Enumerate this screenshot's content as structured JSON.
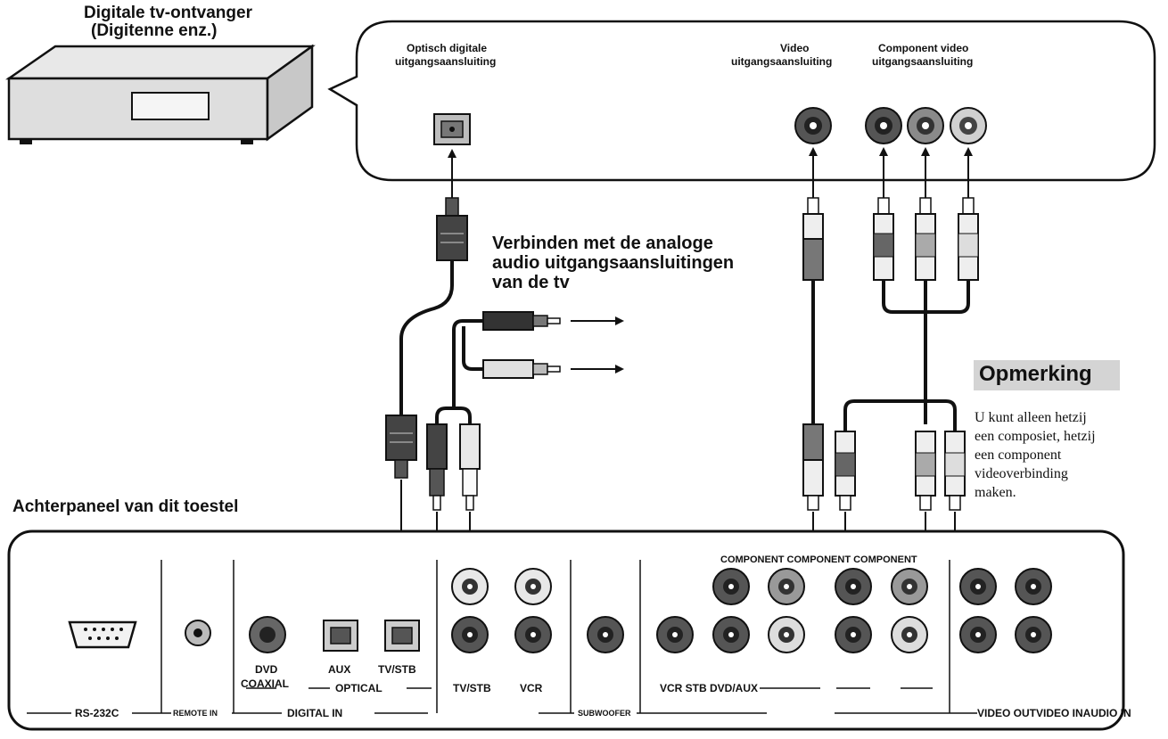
{
  "source_device": {
    "title_line1": "Digitale tv-ontvanger",
    "title_line2": "(Digitenne enz.)"
  },
  "callout": {
    "optical_label_line1": "Optisch digitale",
    "optical_label_line2": "uitgangsaansluiting",
    "video_label_line1": "Video",
    "video_label_line2": "uitgangsaansluiting",
    "component_label_line1": "Component video",
    "component_label_line2": "uitgangsaansluiting"
  },
  "analog_note": {
    "line1": "Verbinden met de analoge",
    "line2": "audio uitgangsaansluitingen",
    "line3": "van de tv"
  },
  "remark": {
    "heading": "Opmerking",
    "line1": "U kunt alleen hetzij",
    "line2": "een composiet, hetzij",
    "line3": "een component",
    "line4": "videoverbinding",
    "line5": "maken."
  },
  "panel": {
    "title": "Achterpaneel van dit toestel",
    "rs232c": "RS-232C",
    "remote_in": "REMOTE IN",
    "dvd_line1": "DVD",
    "dvd_line2": "COAXIAL",
    "aux": "AUX",
    "tv_stb": "TV/STB",
    "optical": "OPTICAL",
    "digital_in": "DIGITAL IN",
    "tv_stb_analog": "TV/STB",
    "vcr": "VCR",
    "subwoofer": "SUBWOOFER",
    "component_heading": "COMPONENT COMPONENT COMPONENT",
    "vcr_stb_dvd": "VCR STB  DVD/AUX",
    "bottom_right": "VIDEO OUTVIDEO INAUDIO IN"
  }
}
